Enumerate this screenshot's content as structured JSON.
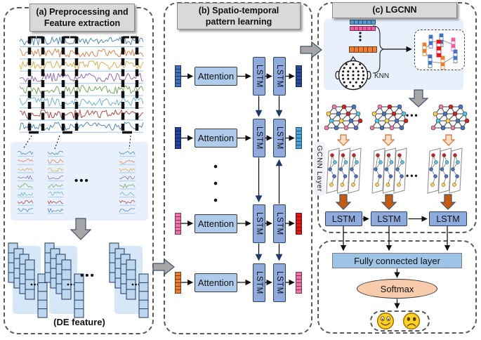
{
  "panel_a": {
    "title_lines": [
      "(a) Preprocessing and",
      "Feature extraction"
    ],
    "de_feature_label": "(DE feature)",
    "ellipsis": "•••",
    "signal_colors": [
      "#5089c0",
      "#dd8452",
      "#d9b153",
      "#9368b5",
      "#79a85e",
      "#72b2d7",
      "#b04a4a",
      "#5089c0"
    ],
    "baseline_color": "#9dc3e6"
  },
  "panel_b": {
    "title_lines": [
      "(b) Spatio-temporal",
      "pattern learning"
    ],
    "attention_label": "Attention",
    "lstm_label": "LSTM",
    "rows": [
      {
        "input_color": "#3f6fc0",
        "output_color": "#2a4d9b"
      },
      {
        "input_color": "#2443a0",
        "output_color": "#4aa3dc"
      },
      {
        "input_color": "#f272aa",
        "output_color": "#e31515"
      },
      {
        "input_color": "#ec7d2f",
        "output_color": "#f272aa"
      }
    ]
  },
  "panel_c": {
    "title_lines": [
      "(c) LGCNN"
    ],
    "knn_label": "KNN",
    "gcnn_layer_label": "GCNN Layer",
    "lstm_label": "LSTM",
    "ellipsis": "•••",
    "feature_vector_colors": [
      "#5b9bd5",
      "#f25ca2",
      "#ed7d31"
    ],
    "graph_vector_colors": [
      "#ed7d31",
      "#4472c4",
      "#e01818",
      "#f25ca2"
    ],
    "node_palette": {
      "pink": "#ef7fa8",
      "red": "#d02020",
      "blue": "#4472c4",
      "yellow": "#ffd24a",
      "cyan": "#4dc8e8",
      "slate": "#8a8f98"
    }
  },
  "output_panel": {
    "fc_label": "Fully connected layer",
    "softmax_label": "Softmax"
  },
  "colors": {
    "area_bg": "#e8f1fb",
    "title_bg": "#d9d9d9",
    "attention_fill": "#aecbeb",
    "lstm_fill": "#8faadc",
    "fc_fill": "#9dc3e6",
    "softmax_fill": "#f8cbad",
    "de_cell_fill": "#bdd7ee",
    "gray_arrow": "#a6a6a6",
    "orange_arrow": "#c55a11",
    "pale_arrow": "#f9dcc5",
    "face_fill": "#ffd21f"
  }
}
